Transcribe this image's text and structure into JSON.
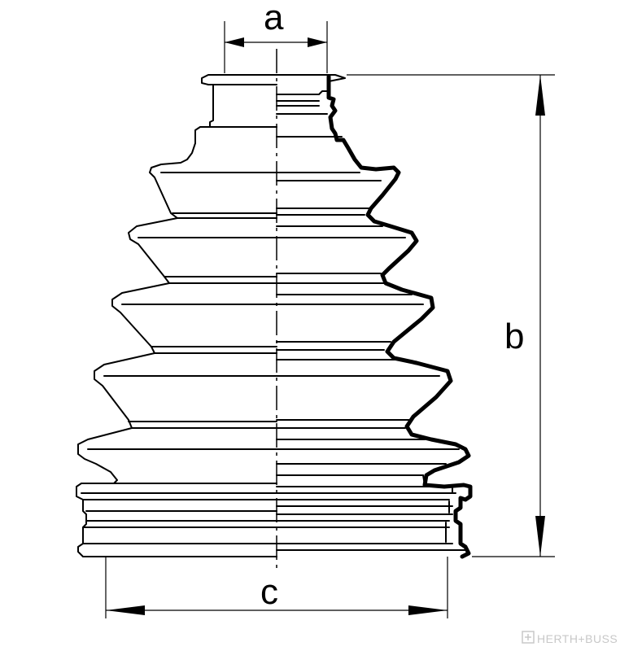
{
  "diagram": {
    "dimension_labels": {
      "a": "a",
      "b": "b",
      "c": "c"
    },
    "watermark": "HERTH+BUSS",
    "colors": {
      "line": "#000000",
      "background": "#ffffff",
      "watermark": "#c8c8c8"
    }
  }
}
